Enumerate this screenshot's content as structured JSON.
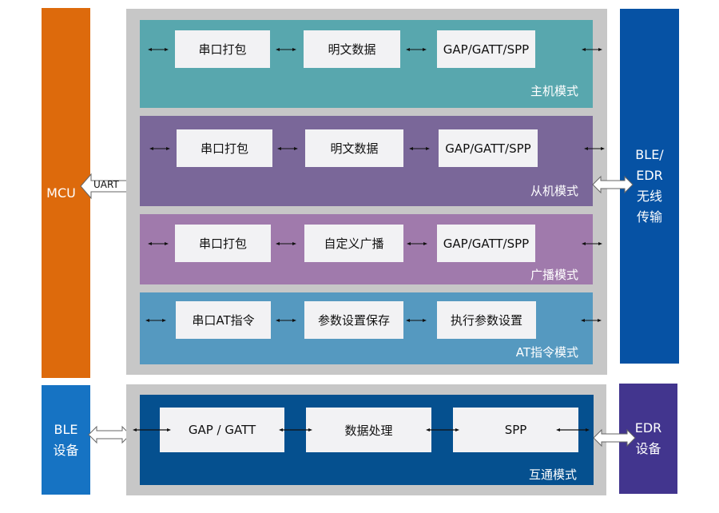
{
  "left_blocks": {
    "mcu": {
      "label": "MCU",
      "color": "#dd6a0c"
    },
    "ble_device": {
      "label_line1": "BLE",
      "label_line2": "设备",
      "color": "#1673c3"
    }
  },
  "right_blocks": {
    "wireless": {
      "line1": "BLE/",
      "line2": "EDR",
      "line3": "无线",
      "line4": "传输",
      "color": "#0652a4"
    },
    "edr_device": {
      "label_line1": "EDR",
      "label_line2": "设备",
      "color": "#42358e"
    }
  },
  "uart_label": "UART",
  "modes": [
    {
      "name": "主机模式",
      "color": "#58a7ae",
      "steps": [
        "串口打包",
        "明文数据",
        "GAP/GATT/SPP"
      ]
    },
    {
      "name": "从机模式",
      "color": "#7a6799",
      "steps": [
        "串口打包",
        "明文数据",
        "GAP/GATT/SPP"
      ]
    },
    {
      "name": "广播模式",
      "color": "#a07aac",
      "steps": [
        "串口打包",
        "自定义广播",
        "GAP/GATT/SPP"
      ]
    },
    {
      "name": "AT指令模式",
      "color": "#5599c0",
      "steps": [
        "串口AT指令",
        "参数设置保存",
        "执行参数设置"
      ]
    }
  ],
  "interop_mode": {
    "name": "互通模式",
    "color": "#05508f",
    "steps": [
      "GAP / GATT",
      "数据处理",
      "SPP"
    ]
  },
  "colors": {
    "panel_gray": "#c7c7c7",
    "box_fill": "#f2f2f4"
  }
}
